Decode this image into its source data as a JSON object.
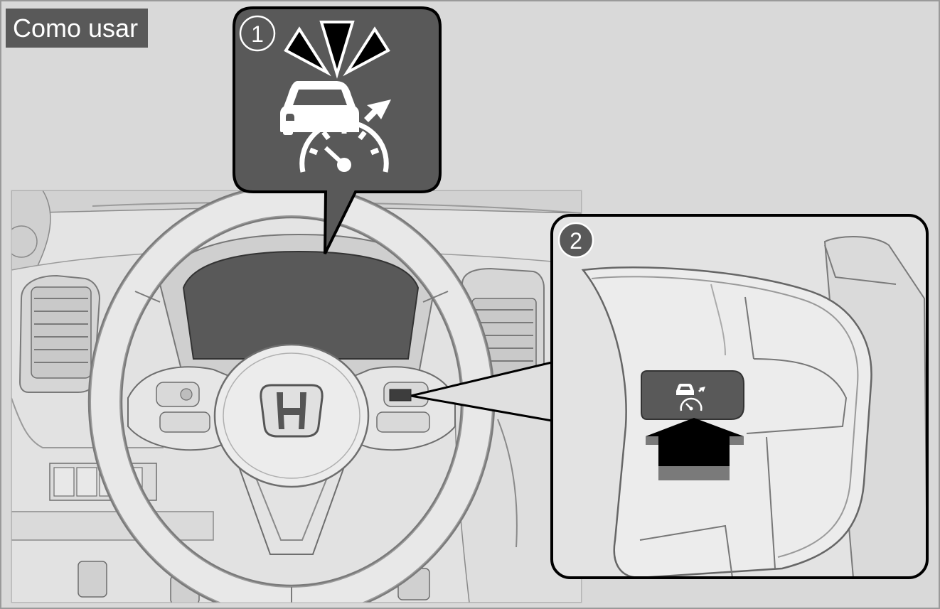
{
  "header": {
    "section_title": "Como usar"
  },
  "callouts": [
    {
      "number": "1",
      "content": "cruise-control-indicator-icon"
    },
    {
      "number": "2",
      "content": "cruise-control-button-icon"
    }
  ],
  "emblem": "honda-logo",
  "colors": {
    "background": "#d9d9d9",
    "title_box": "#595959",
    "callout_fill": "#595959",
    "outline": "#000000"
  }
}
